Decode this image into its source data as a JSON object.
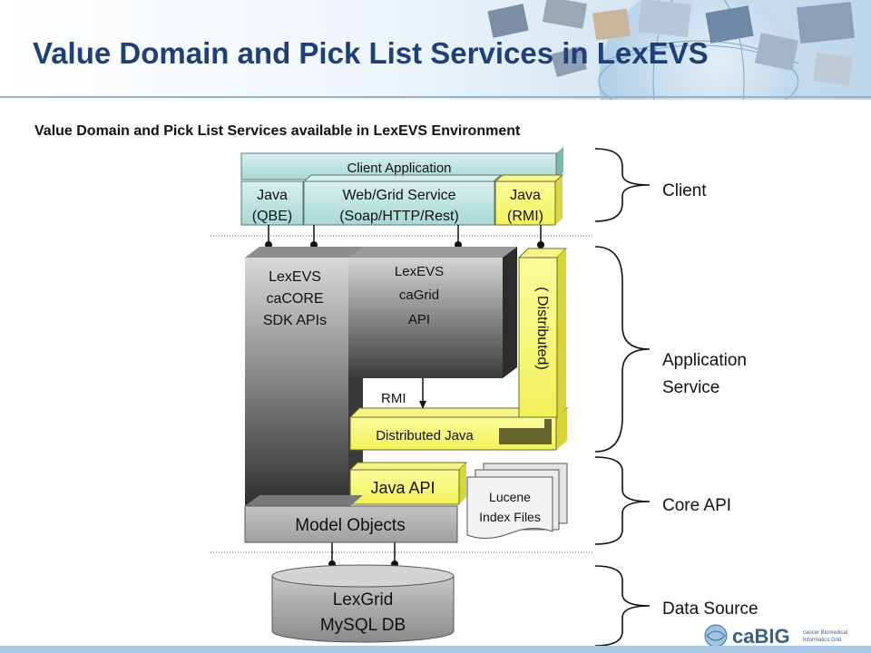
{
  "header": {
    "title": "Value Domain and Pick List Services in LexEVS",
    "subtitle": "Value Domain and Pick List Services available in LexEVS Environment"
  },
  "diagram": {
    "client_application": "Client Application",
    "java_qbe": [
      "Java",
      "(QBE)"
    ],
    "web_grid_service": [
      "Web/Grid Service",
      "(Soap/HTTP/Rest)"
    ],
    "java_rmi": [
      "Java",
      "(RMI)"
    ],
    "lexevs_cacore": [
      "LexEVS",
      "caCORE",
      "SDK APIs"
    ],
    "lexevs_cagrid": [
      "LexEVS",
      "caGrid",
      "API"
    ],
    "distributed_label": "( Distributed)",
    "rmi_label": "RMI",
    "distributed_java": "Distributed Java",
    "java_api": "Java API",
    "lucene": [
      "Lucene",
      "Index Files"
    ],
    "model_objects": "Model Objects",
    "lexgrid_db": [
      "LexGrid",
      "MySQL DB"
    ]
  },
  "tiers": {
    "client": "Client",
    "application_service": [
      "Application",
      "Service"
    ],
    "core_api": "Core API",
    "data_source": "Data Source"
  },
  "logo": {
    "name": "caBIG",
    "tagline": [
      "cancer Biomedical",
      "Informatics Grid"
    ]
  },
  "colors": {
    "title": "#1f3f78",
    "teal_box": "#bfe3df",
    "yellow_box": "#f7f77a",
    "gray_box": "#b4b4b4",
    "dark_gray": "#5a5a5a",
    "accent_bar": "#a9c9e6"
  }
}
